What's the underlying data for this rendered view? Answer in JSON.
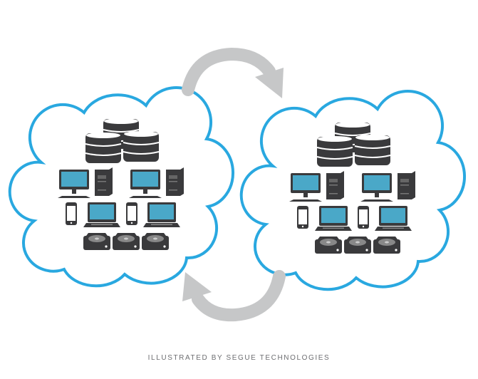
{
  "credit": "ILLUSTRATED BY SEGUE TECHNOLOGIES",
  "colors": {
    "cloud_outline": "#29a8e0",
    "arrow": "#c6c7c8",
    "device": "#3a3a3c",
    "screen": "#4aa8c8"
  },
  "clouds": [
    {
      "icons": [
        "database-icon",
        "database-icon",
        "database-icon",
        "desktop-icon",
        "tower-icon",
        "desktop-icon",
        "tower-icon",
        "phone-icon",
        "laptop-icon",
        "phone-icon",
        "laptop-icon",
        "hard-drive-icon",
        "hard-drive-icon",
        "hard-drive-icon"
      ]
    },
    {
      "icons": [
        "database-icon",
        "database-icon",
        "database-icon",
        "desktop-icon",
        "tower-icon",
        "desktop-icon",
        "tower-icon",
        "phone-icon",
        "laptop-icon",
        "phone-icon",
        "laptop-icon",
        "hard-drive-icon",
        "hard-drive-icon",
        "hard-drive-icon"
      ]
    }
  ],
  "arrows": [
    "sync-arrow-right",
    "sync-arrow-left"
  ]
}
